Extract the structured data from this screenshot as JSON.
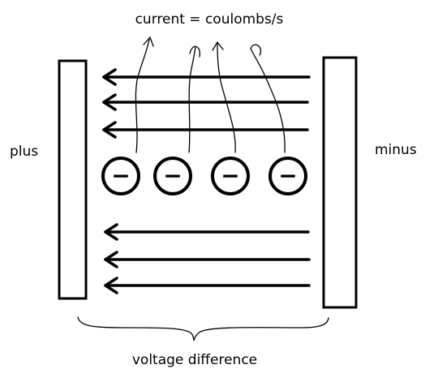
{
  "labels": {
    "title": "current = coulombs/s",
    "left": "plus",
    "right": "minus",
    "bottom": "voltage difference"
  },
  "electron_symbol": "−",
  "colors": {
    "stroke": "#000000",
    "background": "#ffffff"
  },
  "icons": {
    "field_arrow": "left-arrow-icon",
    "electron": "electron-icon",
    "brace": "curly-brace-icon"
  }
}
